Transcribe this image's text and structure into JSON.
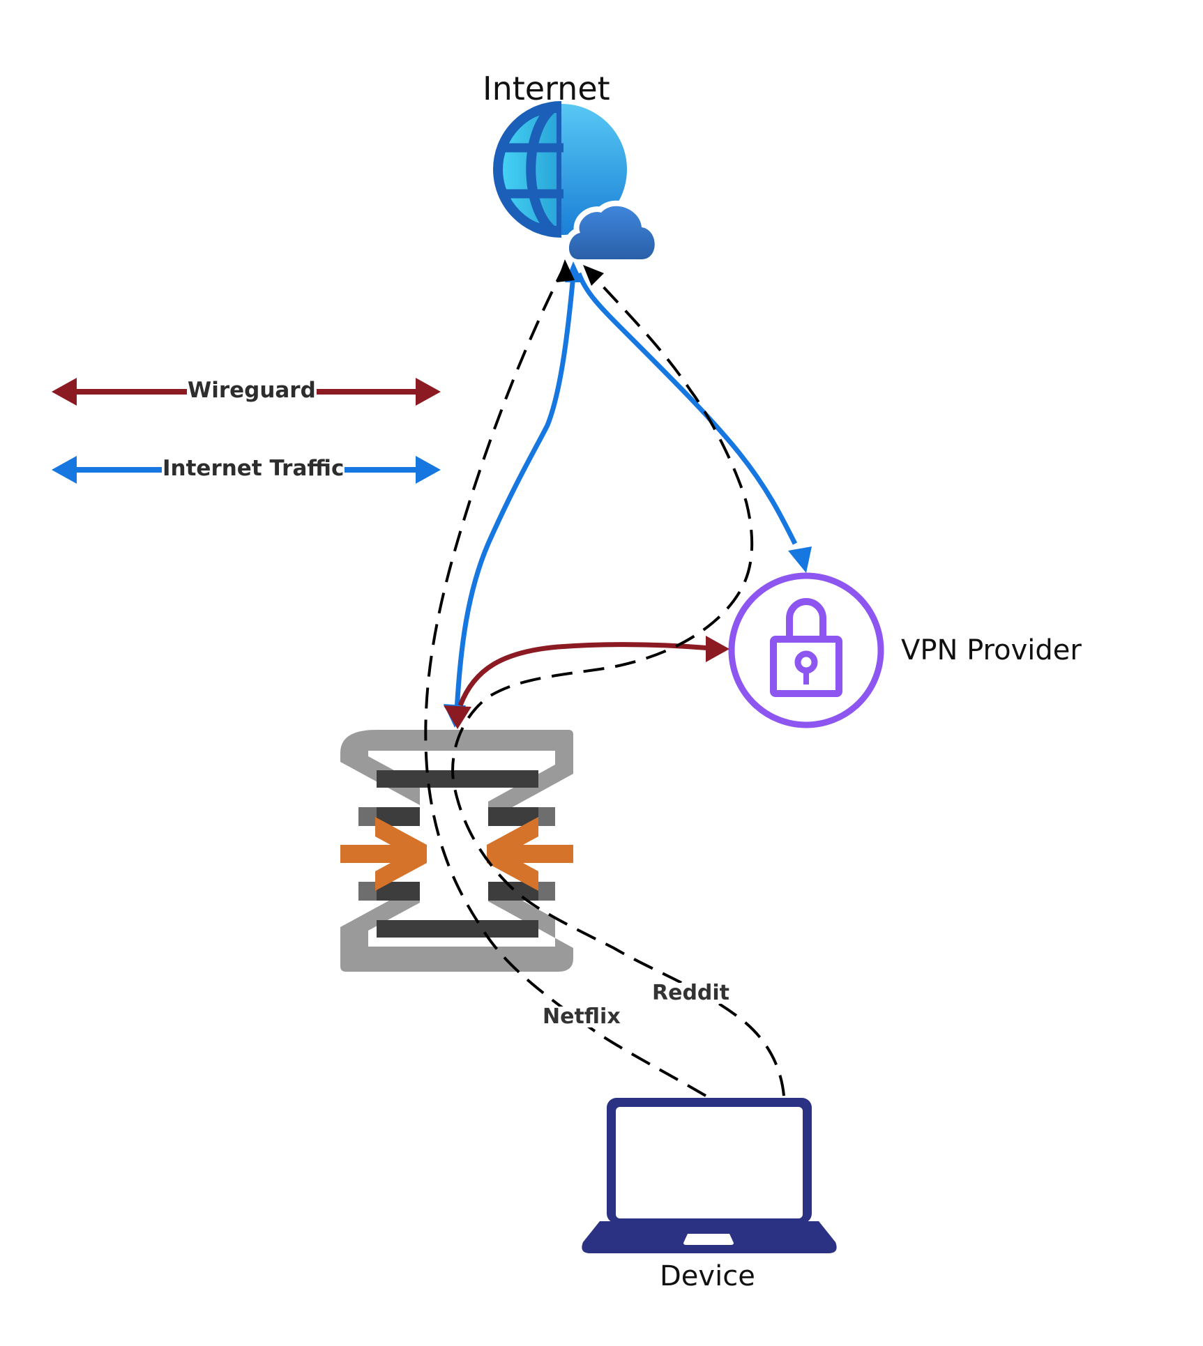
{
  "nodes": {
    "internet": {
      "label": "Internet",
      "icon": "globe-cloud-icon"
    },
    "vpn_provider": {
      "label": "VPN Provider",
      "icon": "padlock-icon"
    },
    "router": {
      "label": "",
      "icon": "router-firewall-icon"
    },
    "device": {
      "label": "Device",
      "icon": "laptop-icon"
    }
  },
  "legend": [
    {
      "label": "Wireguard",
      "color": "#8b1a22"
    },
    {
      "label": "Internet Traffic",
      "color": "#1677e0"
    }
  ],
  "paths": [
    {
      "label": "Netflix",
      "style": "dashed",
      "color": "#000000"
    },
    {
      "label": "Reddit",
      "style": "dashed",
      "color": "#000000"
    }
  ],
  "colors": {
    "wireguard": "#8b1a22",
    "internet_traffic": "#1677e0",
    "vpn_purple": "#8e56f0",
    "laptop_navy": "#2b3283",
    "router_gray": "#9a9a9a",
    "router_dark": "#3d3d3d",
    "router_orange": "#d6732b"
  }
}
